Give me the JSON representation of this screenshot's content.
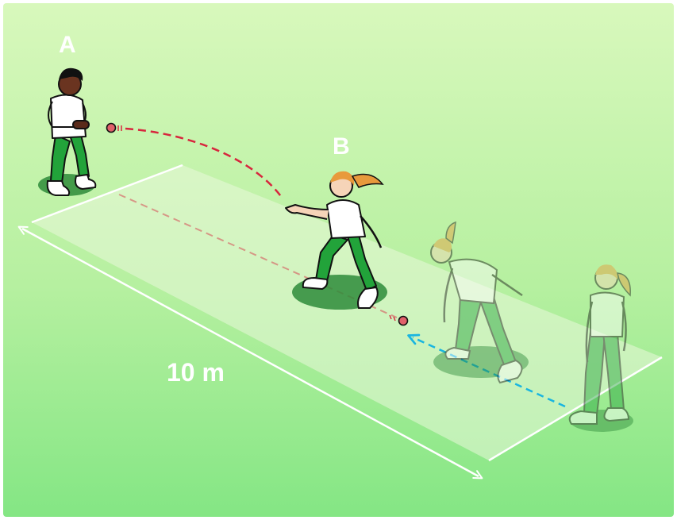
{
  "labels": {
    "player_a": "A",
    "player_b": "B",
    "distance": "10 m"
  },
  "colors": {
    "field_top": "#d6f7b8",
    "field_bottom": "#8ce887",
    "pitch": "#eaf9dc",
    "throw_path": "#d7263d",
    "run_path": "#19b5e0",
    "shirt": "#ffffff",
    "trousers": "#22a33a",
    "hair_b": "#e89a3c",
    "ball": "#e0606a"
  },
  "icons": {
    "player_a": "fielder-catching-icon",
    "player_b": "bowler-throwing-icon",
    "ghost_1": "bowler-crouching-ghost-icon",
    "ghost_2": "bowler-standing-ghost-icon",
    "ball": "cricket-ball-icon"
  }
}
